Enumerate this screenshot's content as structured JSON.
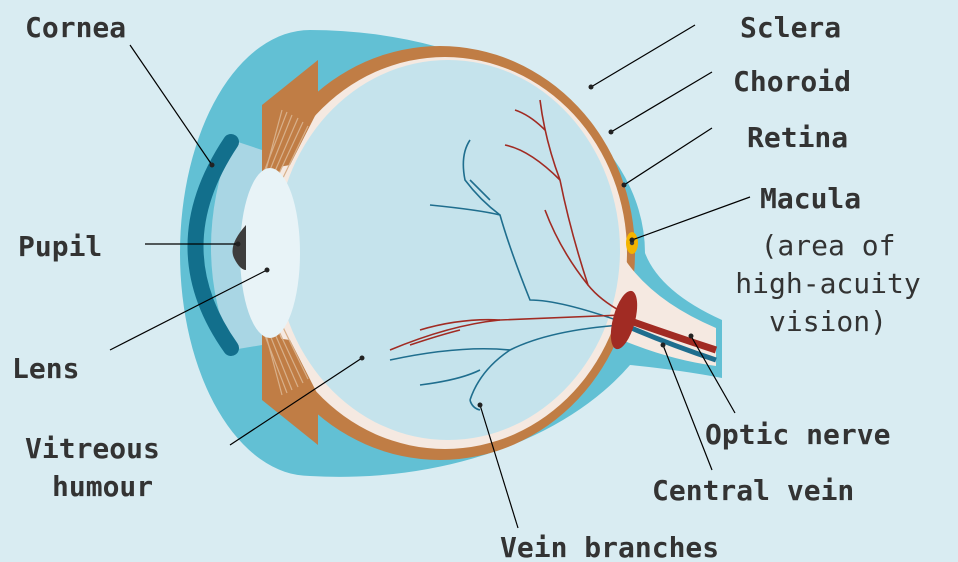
{
  "labels": {
    "cornea": "Cornea",
    "pupil": "Pupil",
    "lens": "Lens",
    "vitreous_line1": "Vitreous",
    "vitreous_line2": "humour",
    "sclera": "Sclera",
    "choroid": "Choroid",
    "retina": "Retina",
    "macula": "Macula",
    "macula_note_line1": "(area of",
    "macula_note_line2": "high-acuity",
    "macula_note_line3": "vision)",
    "optic_nerve": "Optic nerve",
    "central_vein": "Central vein",
    "vein_branches": "Vein branches"
  },
  "colors": {
    "background": "#d9ecf2",
    "sclera": "#62c0d4",
    "choroid": "#c07d45",
    "retina": "#f5e9e1",
    "vitreous": "#c5e3ec",
    "cornea": "#126f8c",
    "lens": "#e8f3f7",
    "pupil": "#3d3d3d",
    "artery": "#a12b23",
    "vein": "#1f6e8e",
    "macula": "#f4b400",
    "text": "#333333"
  }
}
